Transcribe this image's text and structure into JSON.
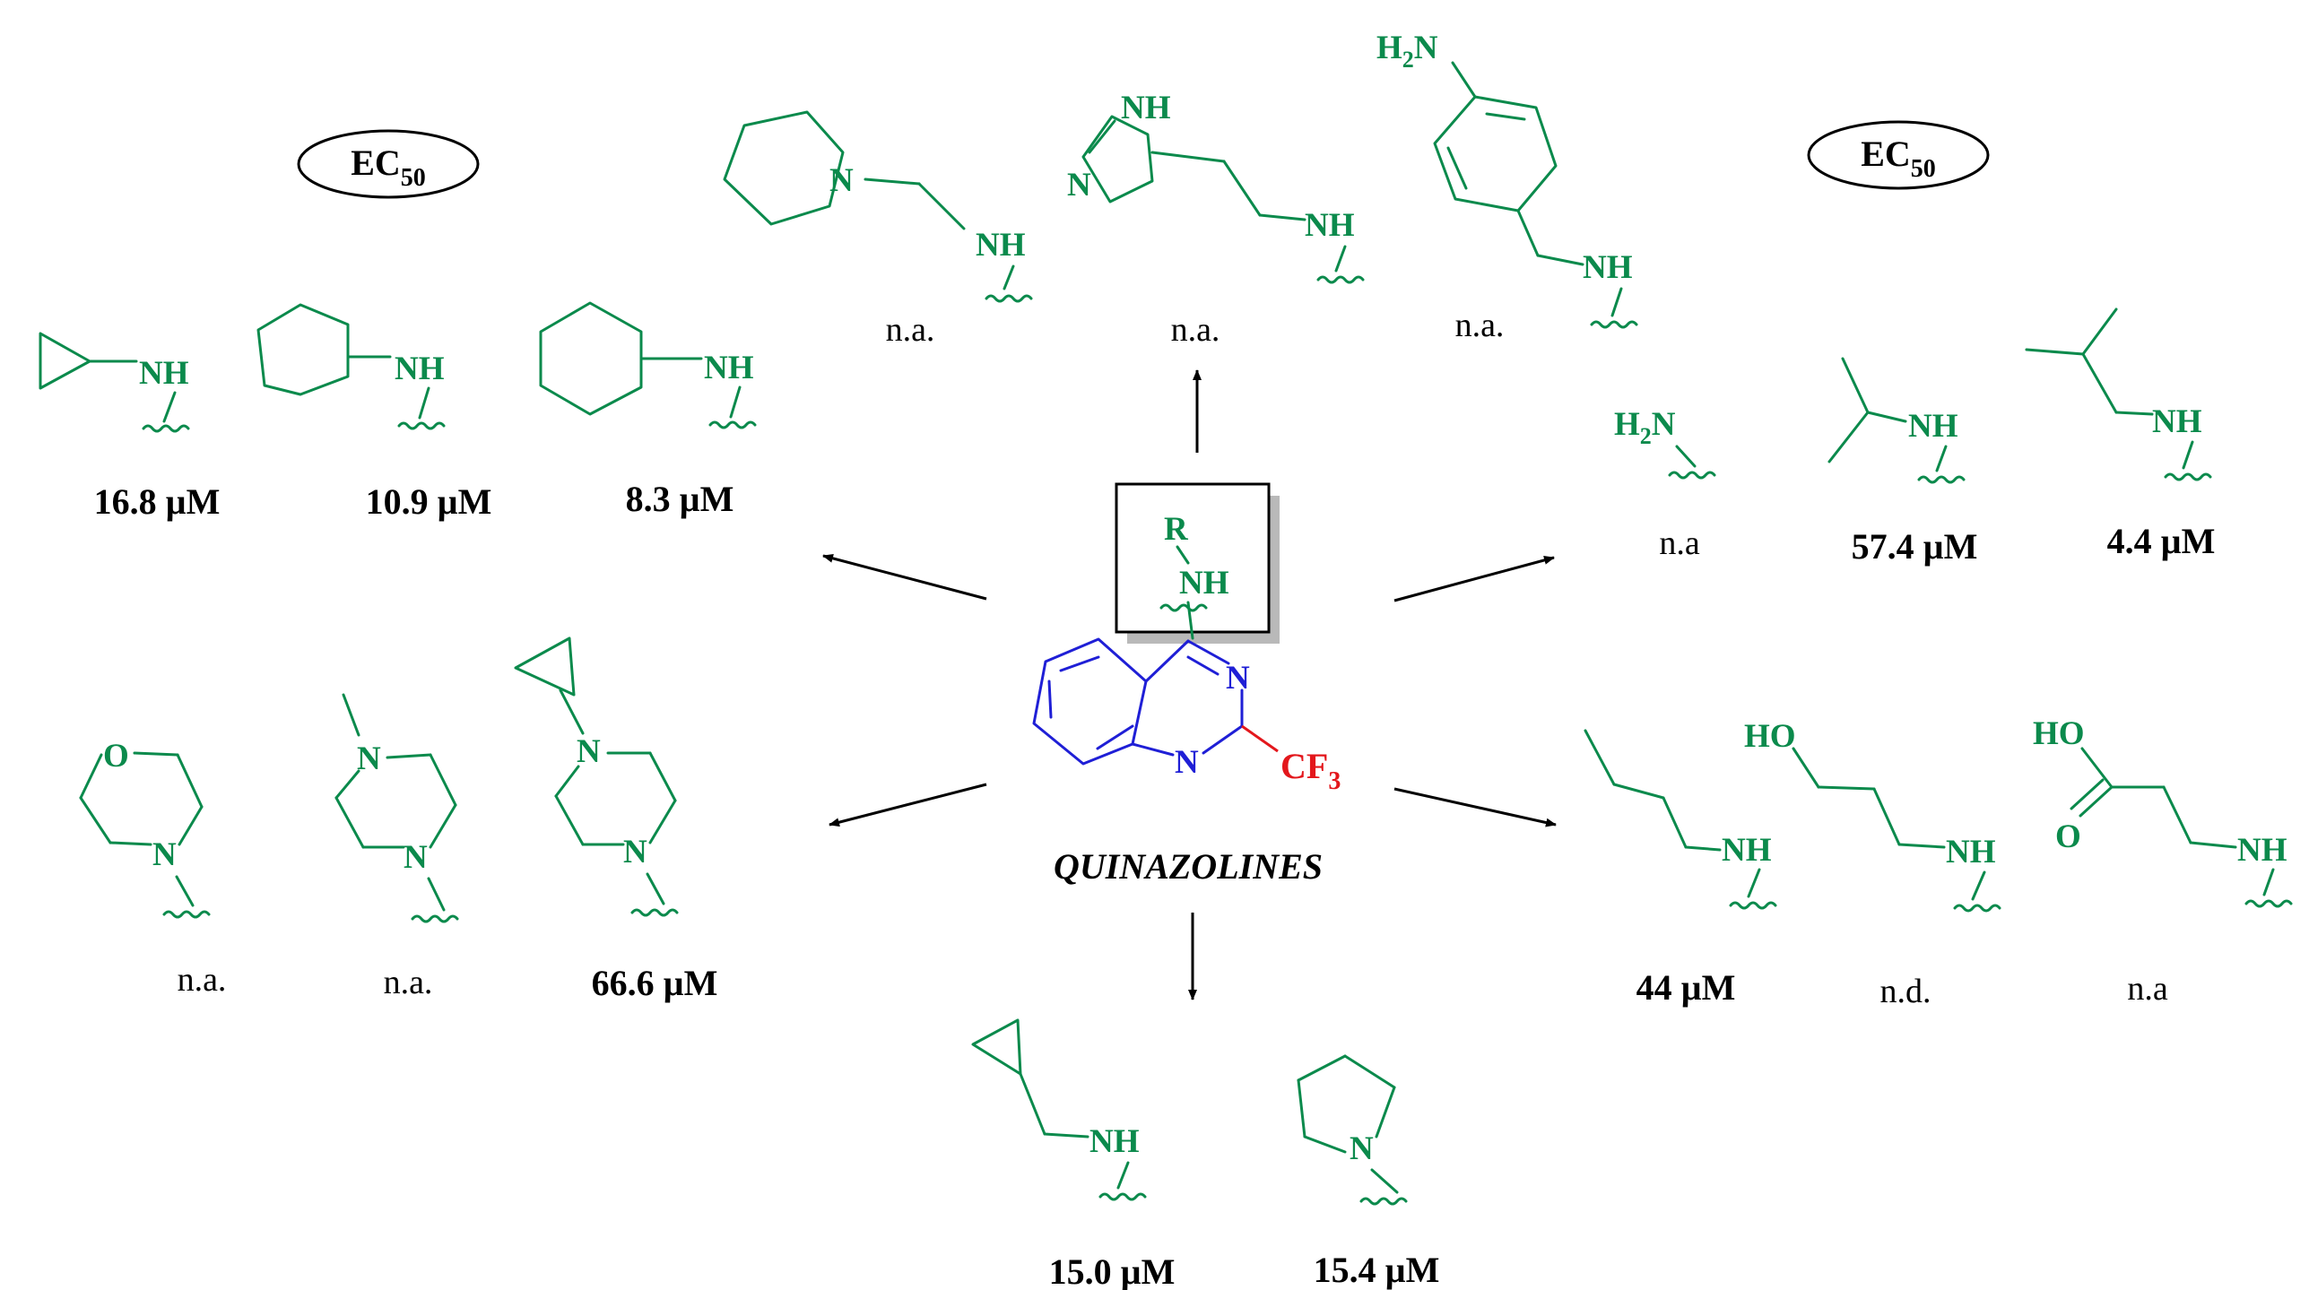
{
  "scheme_title": "QUINAZOLINES",
  "legend": {
    "left": "EC50",
    "right": "EC50",
    "ec_main": "EC",
    "ec_sub": "50"
  },
  "core": {
    "r_label": "R",
    "nh_label": "NH",
    "n_top": "N",
    "n_bottom": "N",
    "cf3_main": "CF",
    "cf3_sub": "3"
  },
  "atoms": {
    "NH": "NH",
    "N": "N",
    "O": "O",
    "HO": "HO",
    "H2N_main": "H",
    "H2N_sub": "2",
    "H2N_end": "N"
  },
  "substituents": {
    "cyclopropyl": {
      "value": "16.8 µM"
    },
    "cyclopentyl": {
      "value": "10.9 µM"
    },
    "cyclohexyl": {
      "value": "8.3 µM"
    },
    "piperidinylethyl": {
      "value": "n.a."
    },
    "imidazolylethyl": {
      "value": "n.a."
    },
    "aminobenzyl": {
      "value": "n.a."
    },
    "amino": {
      "value": "n.a"
    },
    "isopropyl": {
      "value": "57.4 µM"
    },
    "isobutyl": {
      "value": "4.4 µM"
    },
    "morpholino": {
      "value": "n.a."
    },
    "methylpiperazinyl": {
      "value": "n.a."
    },
    "cyclopropylpiperazinyl": {
      "value": "66.6 µM"
    },
    "butyl": {
      "value": "44 µM"
    },
    "hydroxypropyl": {
      "value": "n.d."
    },
    "carboxyethyl": {
      "value": "n.a"
    },
    "cyclopropylmethyl": {
      "value": "15.0 µM"
    },
    "pyrrolidinyl": {
      "value": "15.4 µM"
    }
  }
}
